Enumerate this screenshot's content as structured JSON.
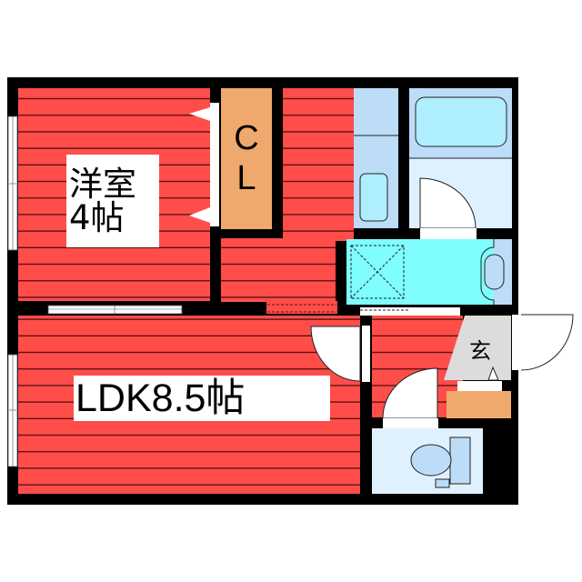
{
  "floor_plan": {
    "rooms": {
      "western_room": {
        "name": "洋室",
        "size": "4帖"
      },
      "closet": {
        "line1": "C",
        "line2": "L"
      },
      "ldk": {
        "label": "LDK8.5帖"
      },
      "entrance": {
        "label": "玄"
      }
    },
    "colors": {
      "wall": "#000000",
      "flooring": "#ff4d4a",
      "flooring_lines": "#5a0f0f",
      "closet": "#f0a96c",
      "wet_area": "#bcdcf8",
      "bath": "#aeeeff",
      "washroom": "#7ffdff",
      "toilet_room": "#dff0ff",
      "entrance": "#dcdcdc"
    }
  }
}
